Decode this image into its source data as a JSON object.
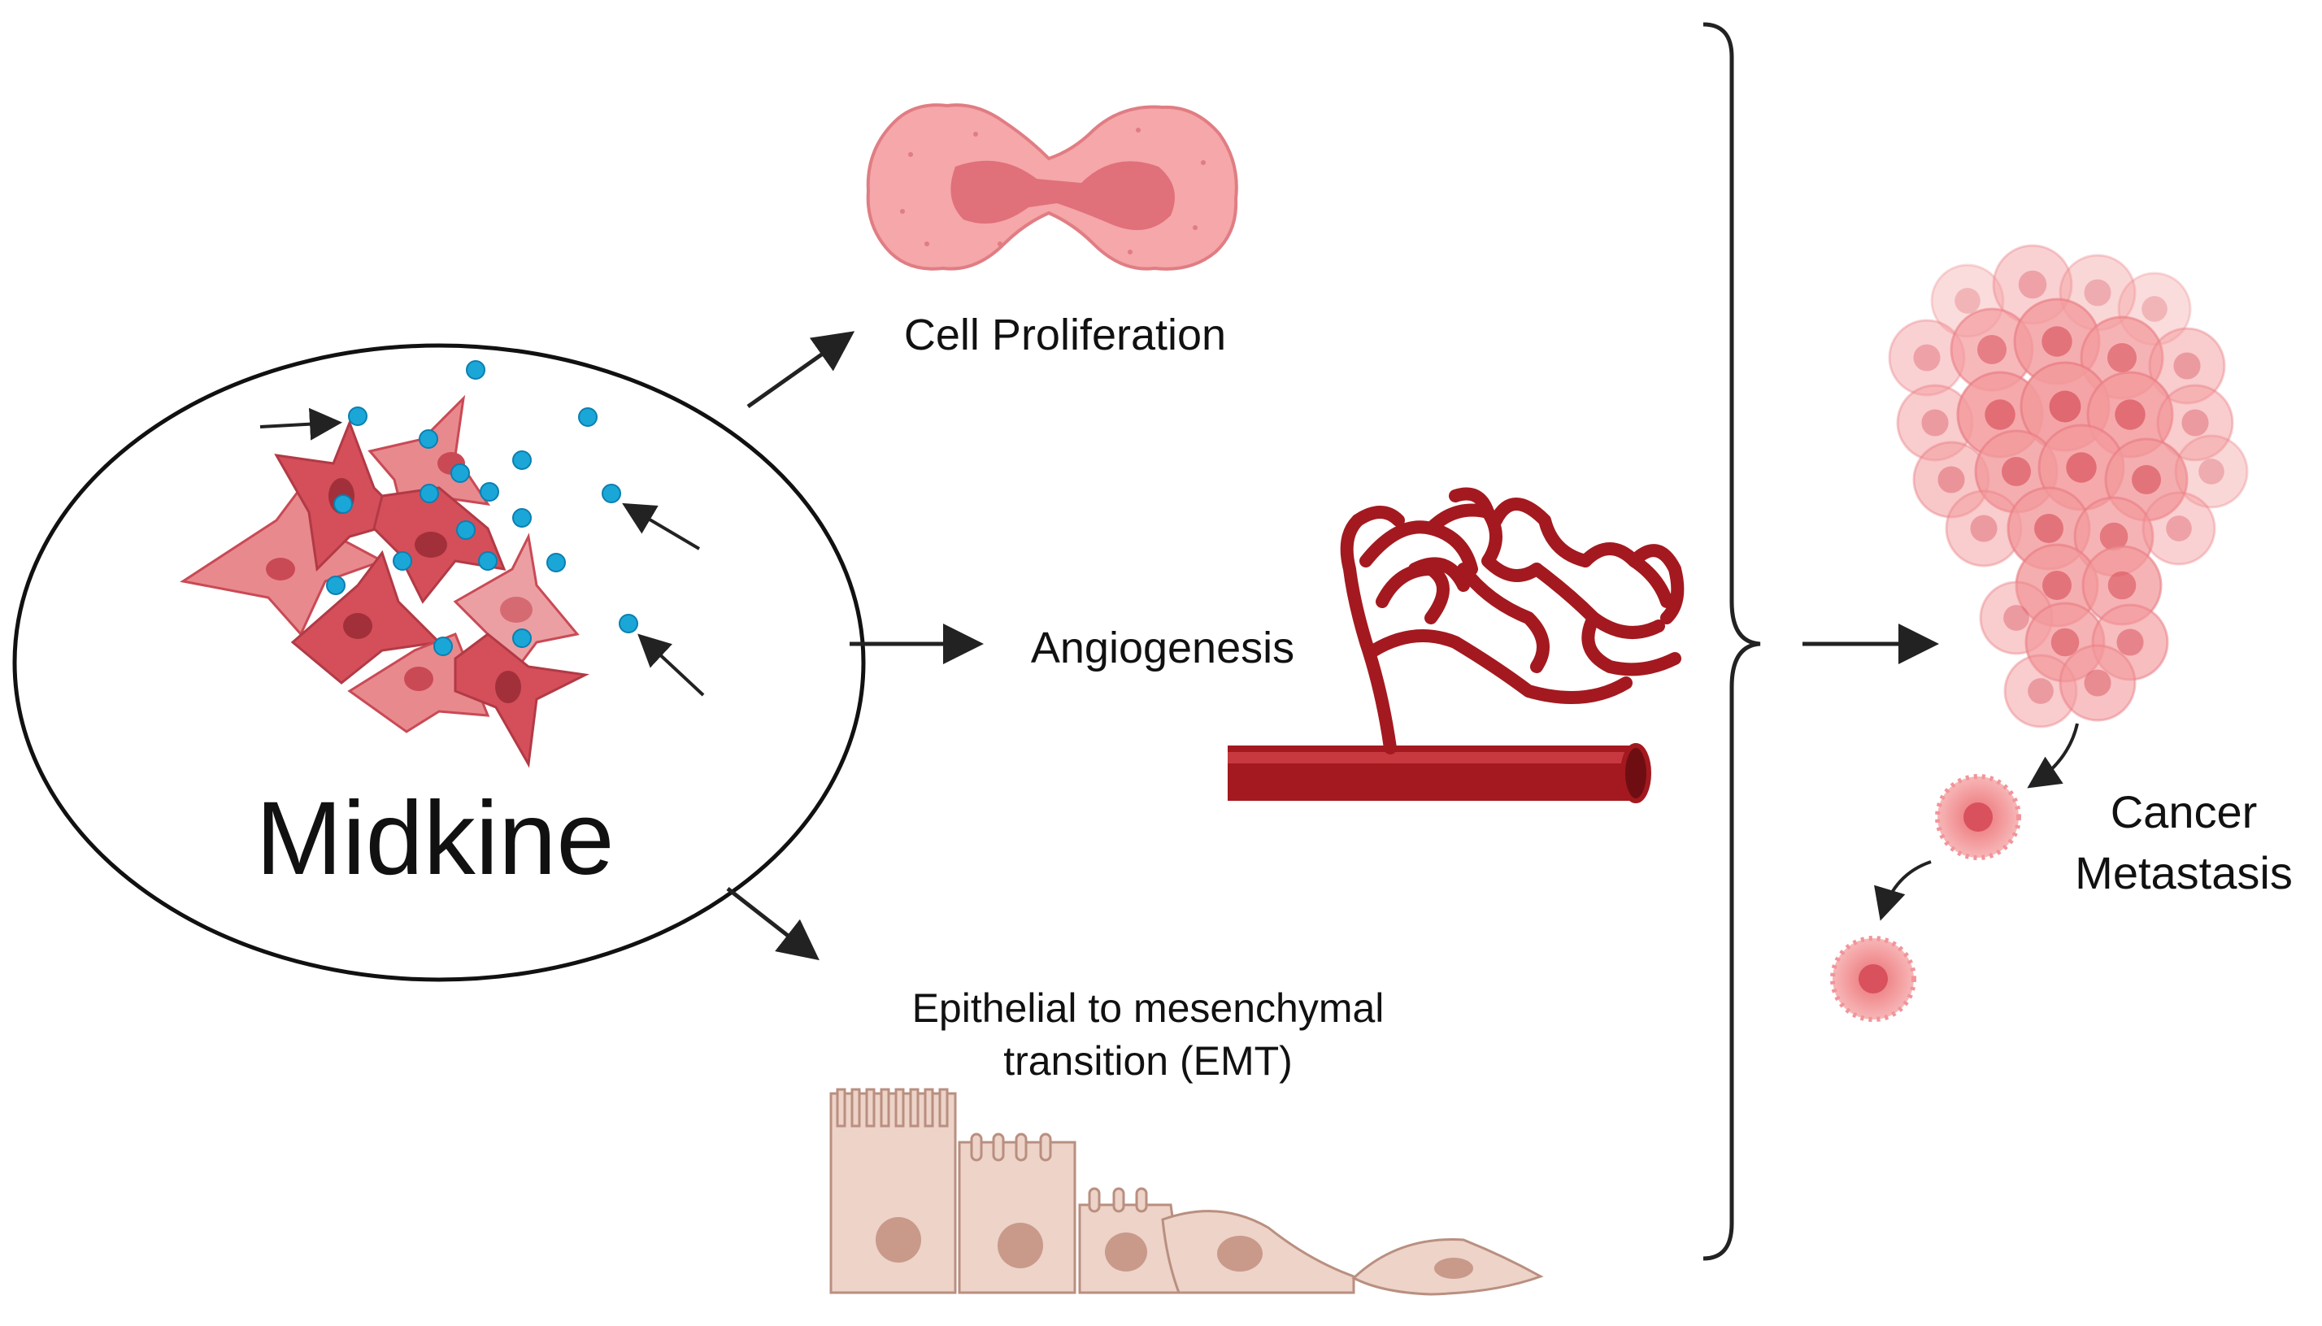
{
  "labels": {
    "midkine": "Midkine",
    "proliferation": "Cell Proliferation",
    "angiogenesis": "Angiogenesis",
    "emt_line1": "Epithelial to mesenchymal",
    "emt_line2": "transition (EMT)",
    "metastasis_line1": "Cancer",
    "metastasis_line2": "Metastasis"
  },
  "colors": {
    "cell_red": "#c94a55",
    "cell_light": "#e69397",
    "molecule": "#1aa7d8",
    "tumor_pink": "#f08a8e",
    "vessel": "#a3191f",
    "epithelium": "#edd3c8"
  }
}
